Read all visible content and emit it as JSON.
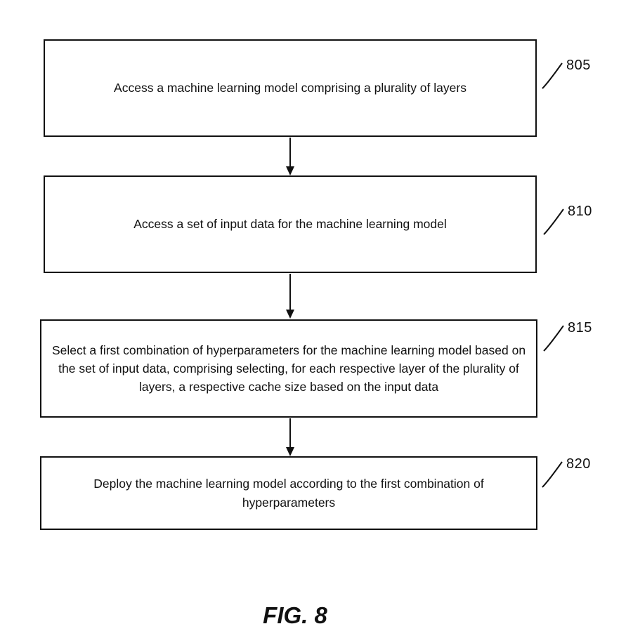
{
  "figure": {
    "caption": "FIG. 8",
    "colors": {
      "ink": "#111111",
      "background": "#ffffff"
    },
    "boxes": [
      {
        "ref": "805",
        "text": "Access a machine learning model comprising a plurality of layers"
      },
      {
        "ref": "810",
        "text": "Access a set of input data for the machine learning model"
      },
      {
        "ref": "815",
        "text": "Select a first combination of hyperparameters for the machine learning model based on the set of input data, comprising selecting, for each respective layer of the plurality of layers, a respective cache size based on the input data"
      },
      {
        "ref": "820",
        "text": "Deploy the machine learning model according to the first combination of hyperparameters"
      }
    ]
  }
}
